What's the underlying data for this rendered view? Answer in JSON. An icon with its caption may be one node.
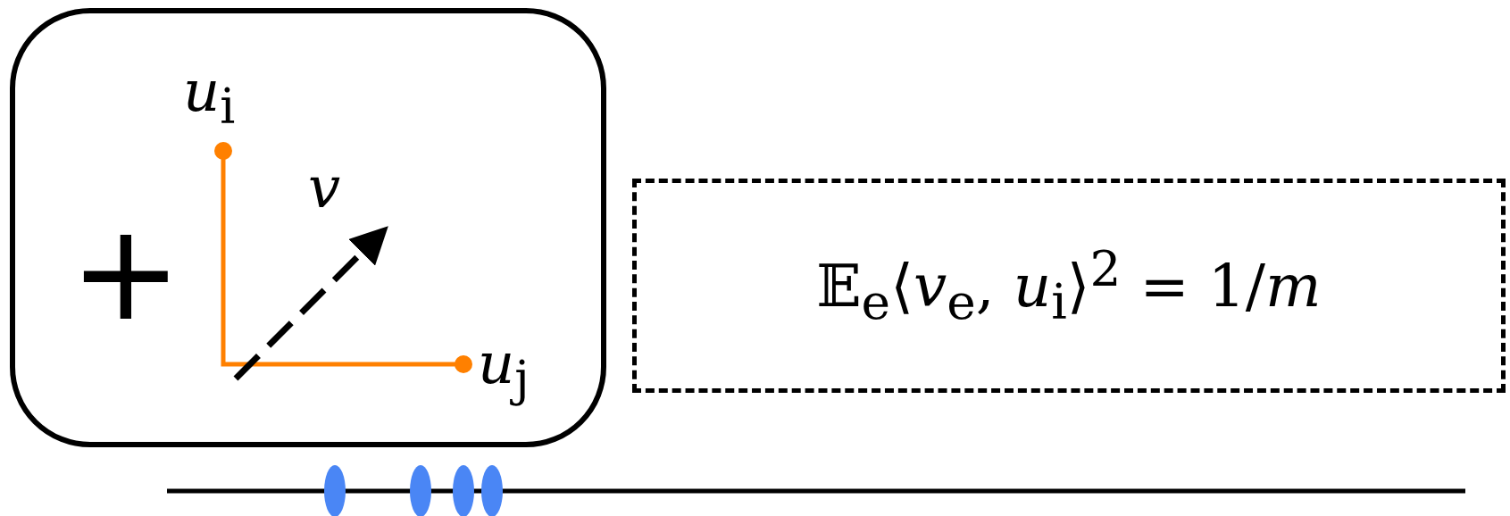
{
  "diagram": {
    "nodes": [
      {
        "text": [],
        "shape": "box"
      },
      {
        "text": [
          "𝔼$_{e}$⟨*v*$_{e}$, *u*$_{i}$⟩$^{2}$ = 1/*m*"
        ]
      }
    ],
    "labels": [
      "+",
      "*u*$_{i}$",
      "*v*",
      "*u*$_{j}$"
    ]
  }
}
